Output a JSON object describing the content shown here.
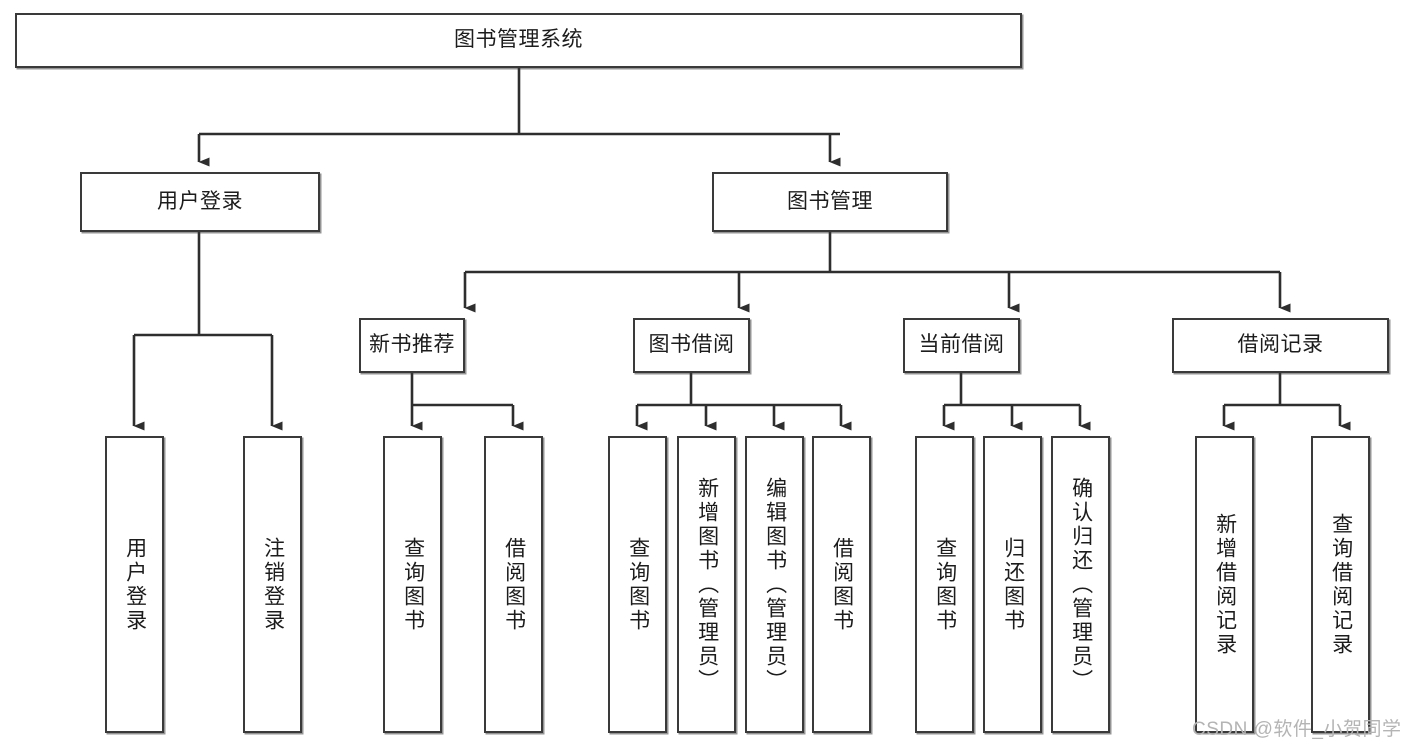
{
  "diagram": {
    "title_text": "图书管理系统",
    "watermark": "CSDN @软件_小贺同学",
    "colors": {
      "box_border": "#3a3a3a",
      "box_fill": "#ffffff",
      "connector": "#2e2e2e",
      "text": "#1c1c1c",
      "watermark": "#b4b4b4"
    },
    "nodes": {
      "root": "图书管理系统",
      "level2": [
        "用户登录",
        "图书管理"
      ],
      "level3": [
        "新书推荐",
        "图书借阅",
        "当前借阅",
        "借阅记录"
      ],
      "leaves": {
        "user_login": [
          "用户登录",
          "注销登录"
        ],
        "new_book_recommend": [
          "查询图书",
          "借阅图书"
        ],
        "book_borrow": [
          "查询图书",
          "新增图书（管理员）",
          "编辑图书（管理员）",
          "借阅图书"
        ],
        "current_borrow": [
          "查询图书",
          "归还图书",
          "确认归还（管理员）"
        ],
        "borrow_record": [
          "新增借阅记录",
          "查询借阅记录"
        ]
      }
    }
  }
}
